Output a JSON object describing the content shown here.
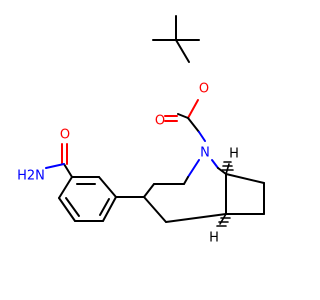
{
  "atom_labels": {
    "ester_oxygen": "O",
    "carbonyl_oxygen": "O",
    "bridge_nitrogen": "N",
    "amide_nitrogen": "H2N",
    "amide_oxygen": "O",
    "stereo_h_upper": "H",
    "stereo_h_lower": "H"
  },
  "colors": {
    "bond": "#000000",
    "oxygen": "#ff0000",
    "nitrogen": "#0000ff",
    "background": "#ffffff"
  }
}
